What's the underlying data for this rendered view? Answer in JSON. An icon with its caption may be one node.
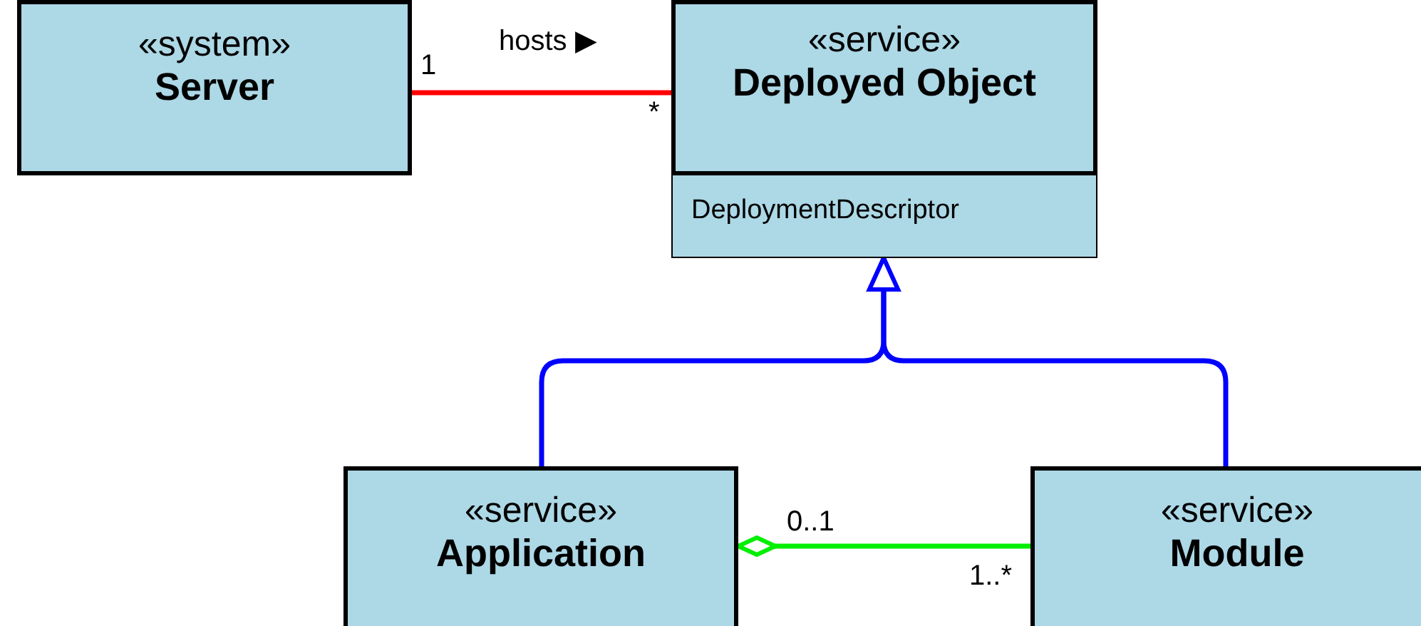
{
  "diagram": {
    "nodes": [
      {
        "text": [
          "«system»",
          "Server"
        ]
      },
      {
        "text": [
          "«service»",
          "Deployed Object",
          "DeploymentDescriptor"
        ]
      },
      {
        "text": [
          "«service»",
          "Application"
        ]
      },
      {
        "text": [
          "«service»",
          "Module"
        ]
      }
    ],
    "edges": [
      {
        "from": 0,
        "to": 1,
        "arrow": "none",
        "label": "hosts ▶",
        "color": "#ff0000"
      },
      {
        "from": 2,
        "to": 1,
        "arrow": "to",
        "color": "#0000ff"
      },
      {
        "from": 3,
        "to": 1,
        "arrow": "to",
        "color": "#0000ff"
      },
      {
        "from": 3,
        "to": 2,
        "arrow": "other",
        "color": "#00ee00"
      }
    ],
    "labels": [
      "1",
      "*",
      "0..1",
      "1..*"
    ]
  }
}
